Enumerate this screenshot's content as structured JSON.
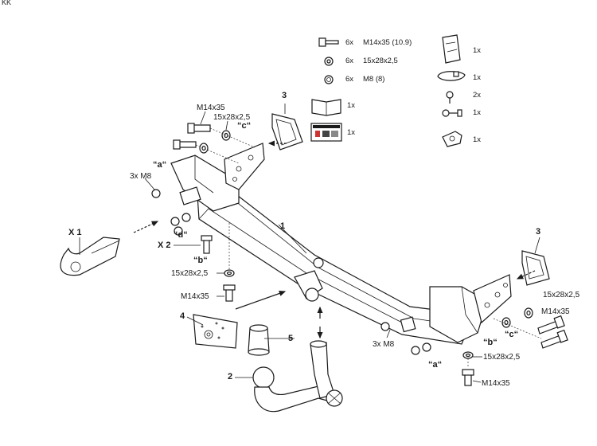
{
  "corner_mark": "KK",
  "parts_list": [
    {
      "icon": "bolt-icon",
      "qty": "6x",
      "spec": "M14x35 (10.9)"
    },
    {
      "icon": "washer-icon",
      "qty": "6x",
      "spec": "15x28x2,5"
    },
    {
      "icon": "nut-icon",
      "qty": "6x",
      "spec": "M8 (8)"
    }
  ],
  "accessories": [
    {
      "icon": "bag-icon",
      "qty": "1x"
    },
    {
      "icon": "cable-tie-icon",
      "qty": "1x"
    },
    {
      "icon": "screw-icon",
      "qty": "2x"
    },
    {
      "icon": "safety-cable-icon",
      "qty": "1x"
    },
    {
      "icon": "socket-icon",
      "qty": "1x"
    },
    {
      "icon": "manual-book-icon",
      "qty": "1x"
    },
    {
      "icon": "label-sticker-icon",
      "qty": "1x"
    }
  ],
  "callouts": {
    "c1": "1",
    "c2": "2",
    "c3_left": "3",
    "c3_right": "3",
    "c4": "4",
    "c5": "5",
    "x1": "X 1",
    "x2": "X 2"
  },
  "letters": {
    "a_top": "“a“",
    "c_top": "“c“",
    "d": "“d“",
    "b_left": "“b“",
    "b_right": "“b“",
    "c_right": "“c“",
    "a_bottom": "“a“"
  },
  "labels": {
    "top_bolt": "M14x35",
    "top_washer": "15x28x2,5",
    "nut_left": "3x M8",
    "left_washer": "15x28x2,5",
    "left_bolt": "M14x35",
    "right_washer": "15x28x2,5",
    "right_bolt": "M14x35",
    "nut_bottom": "3x M8",
    "bottom_washer": "15x28x2,5",
    "bottom_bolt": "M14x35"
  }
}
